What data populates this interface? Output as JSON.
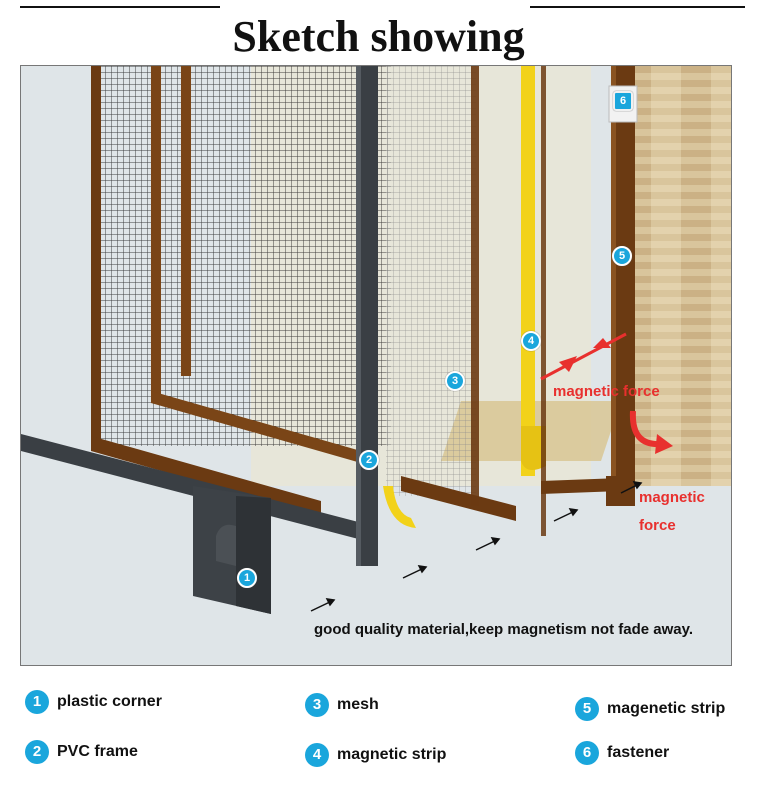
{
  "title": "Sketch showing",
  "scene": {
    "callouts": [
      "1",
      "2",
      "3",
      "4",
      "5",
      "6"
    ],
    "magnetic_force_top": "magnetic force",
    "magnetic_force_bottom_line1": "magnetic",
    "magnetic_force_bottom_line2": "force",
    "note": "good quality material,keep magnetism not fade away."
  },
  "legend": [
    {
      "num": "1",
      "label": "plastic corner"
    },
    {
      "num": "3",
      "label": "mesh"
    },
    {
      "num": "5",
      "label": "magenetic strip"
    },
    {
      "num": "2",
      "label": "PVC frame"
    },
    {
      "num": "4",
      "label": "magnetic strip"
    },
    {
      "num": "6",
      "label": "fastener"
    }
  ],
  "colors": {
    "badge": "#1aa6dc",
    "magnetic_force": "#e8302e",
    "pvc_frame": "#3a3f44",
    "brown_strip": "#6b3a12",
    "yellow_strip": "#f2d21a"
  }
}
